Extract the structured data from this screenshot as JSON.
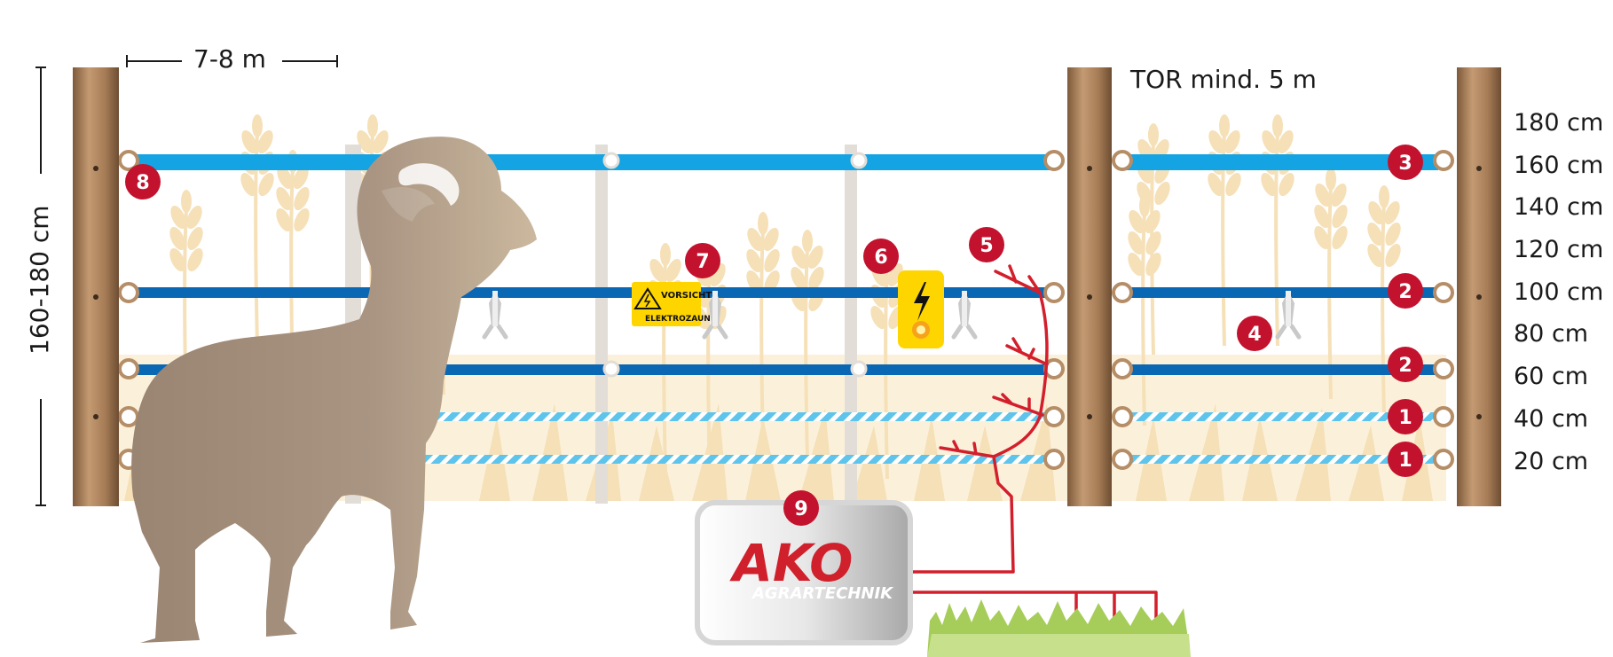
{
  "labels": {
    "section_width": "7-8 m",
    "fence_height": "160-180 cm",
    "gate_width": "TOR mind. 5 m"
  },
  "height_levels": [
    "180 cm",
    "160 cm",
    "140 cm",
    "120 cm",
    "100 cm",
    "80 cm",
    "60 cm",
    "40 cm",
    "20 cm"
  ],
  "markers": [
    "1",
    "1",
    "2",
    "2",
    "3",
    "4",
    "5",
    "6",
    "7",
    "8",
    "9"
  ],
  "warning_sign": {
    "line1": "VORSICHT",
    "line2": "ELEKTROZAUN"
  },
  "energizer": {
    "brand": "AKO",
    "subtitle": "AGRARTECHNIK"
  },
  "colors": {
    "tape_light": "#14a3e3",
    "tape_dark": "#0a67b4",
    "post_wood": "#a67c56",
    "marker_red": "#c3122d",
    "wire_red": "#d31f2c",
    "sheep": "#a79280",
    "wheat": "#f4ddb0",
    "grass": "#a6cd59",
    "sign_yellow": "#ffd500"
  }
}
